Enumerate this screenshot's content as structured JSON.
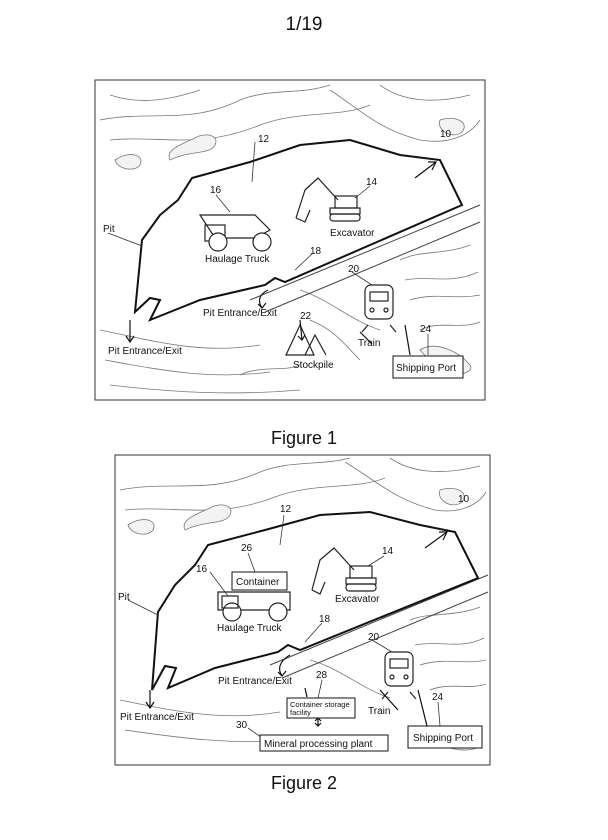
{
  "page_number": "1/19",
  "figures": [
    {
      "caption": "Figure 1",
      "labels": {
        "pit_area_number": "12",
        "pit_boundary_number": "10",
        "excavator_number": "14",
        "truck_number": "16",
        "entrance_number": "18",
        "train_number": "20",
        "stockpile_number": "22",
        "port_number": "24",
        "pit": "Pit",
        "haulage_truck": "Haulage Truck",
        "excavator": "Excavator",
        "pit_entrance_exit_upper": "Pit Entrance/Exit",
        "pit_entrance_exit_lower": "Pit Entrance/Exit",
        "stockpile": "Stockpile",
        "train": "Train",
        "shipping_port": "Shipping Port"
      }
    },
    {
      "caption": "Figure 2",
      "labels": {
        "pit_area_number": "12",
        "pit_boundary_number": "10",
        "container_number": "26",
        "excavator_number": "14",
        "truck_number": "16",
        "entrance_number": "18",
        "train_number": "20",
        "storage_number": "28",
        "port_number": "24",
        "plant_number": "30",
        "pit": "Pit",
        "container": "Container",
        "haulage_truck": "Haulage Truck",
        "excavator": "Excavator",
        "pit_entrance_exit_upper": "Pit Entrance/Exit",
        "pit_entrance_exit_lower": "Pit Entrance/Exit",
        "container_storage_line1": "Container storage",
        "container_storage_line2": "facility",
        "train": "Train",
        "shipping_port": "Shipping Port",
        "mineral_processing_plant": "Mineral processing plant"
      }
    }
  ]
}
